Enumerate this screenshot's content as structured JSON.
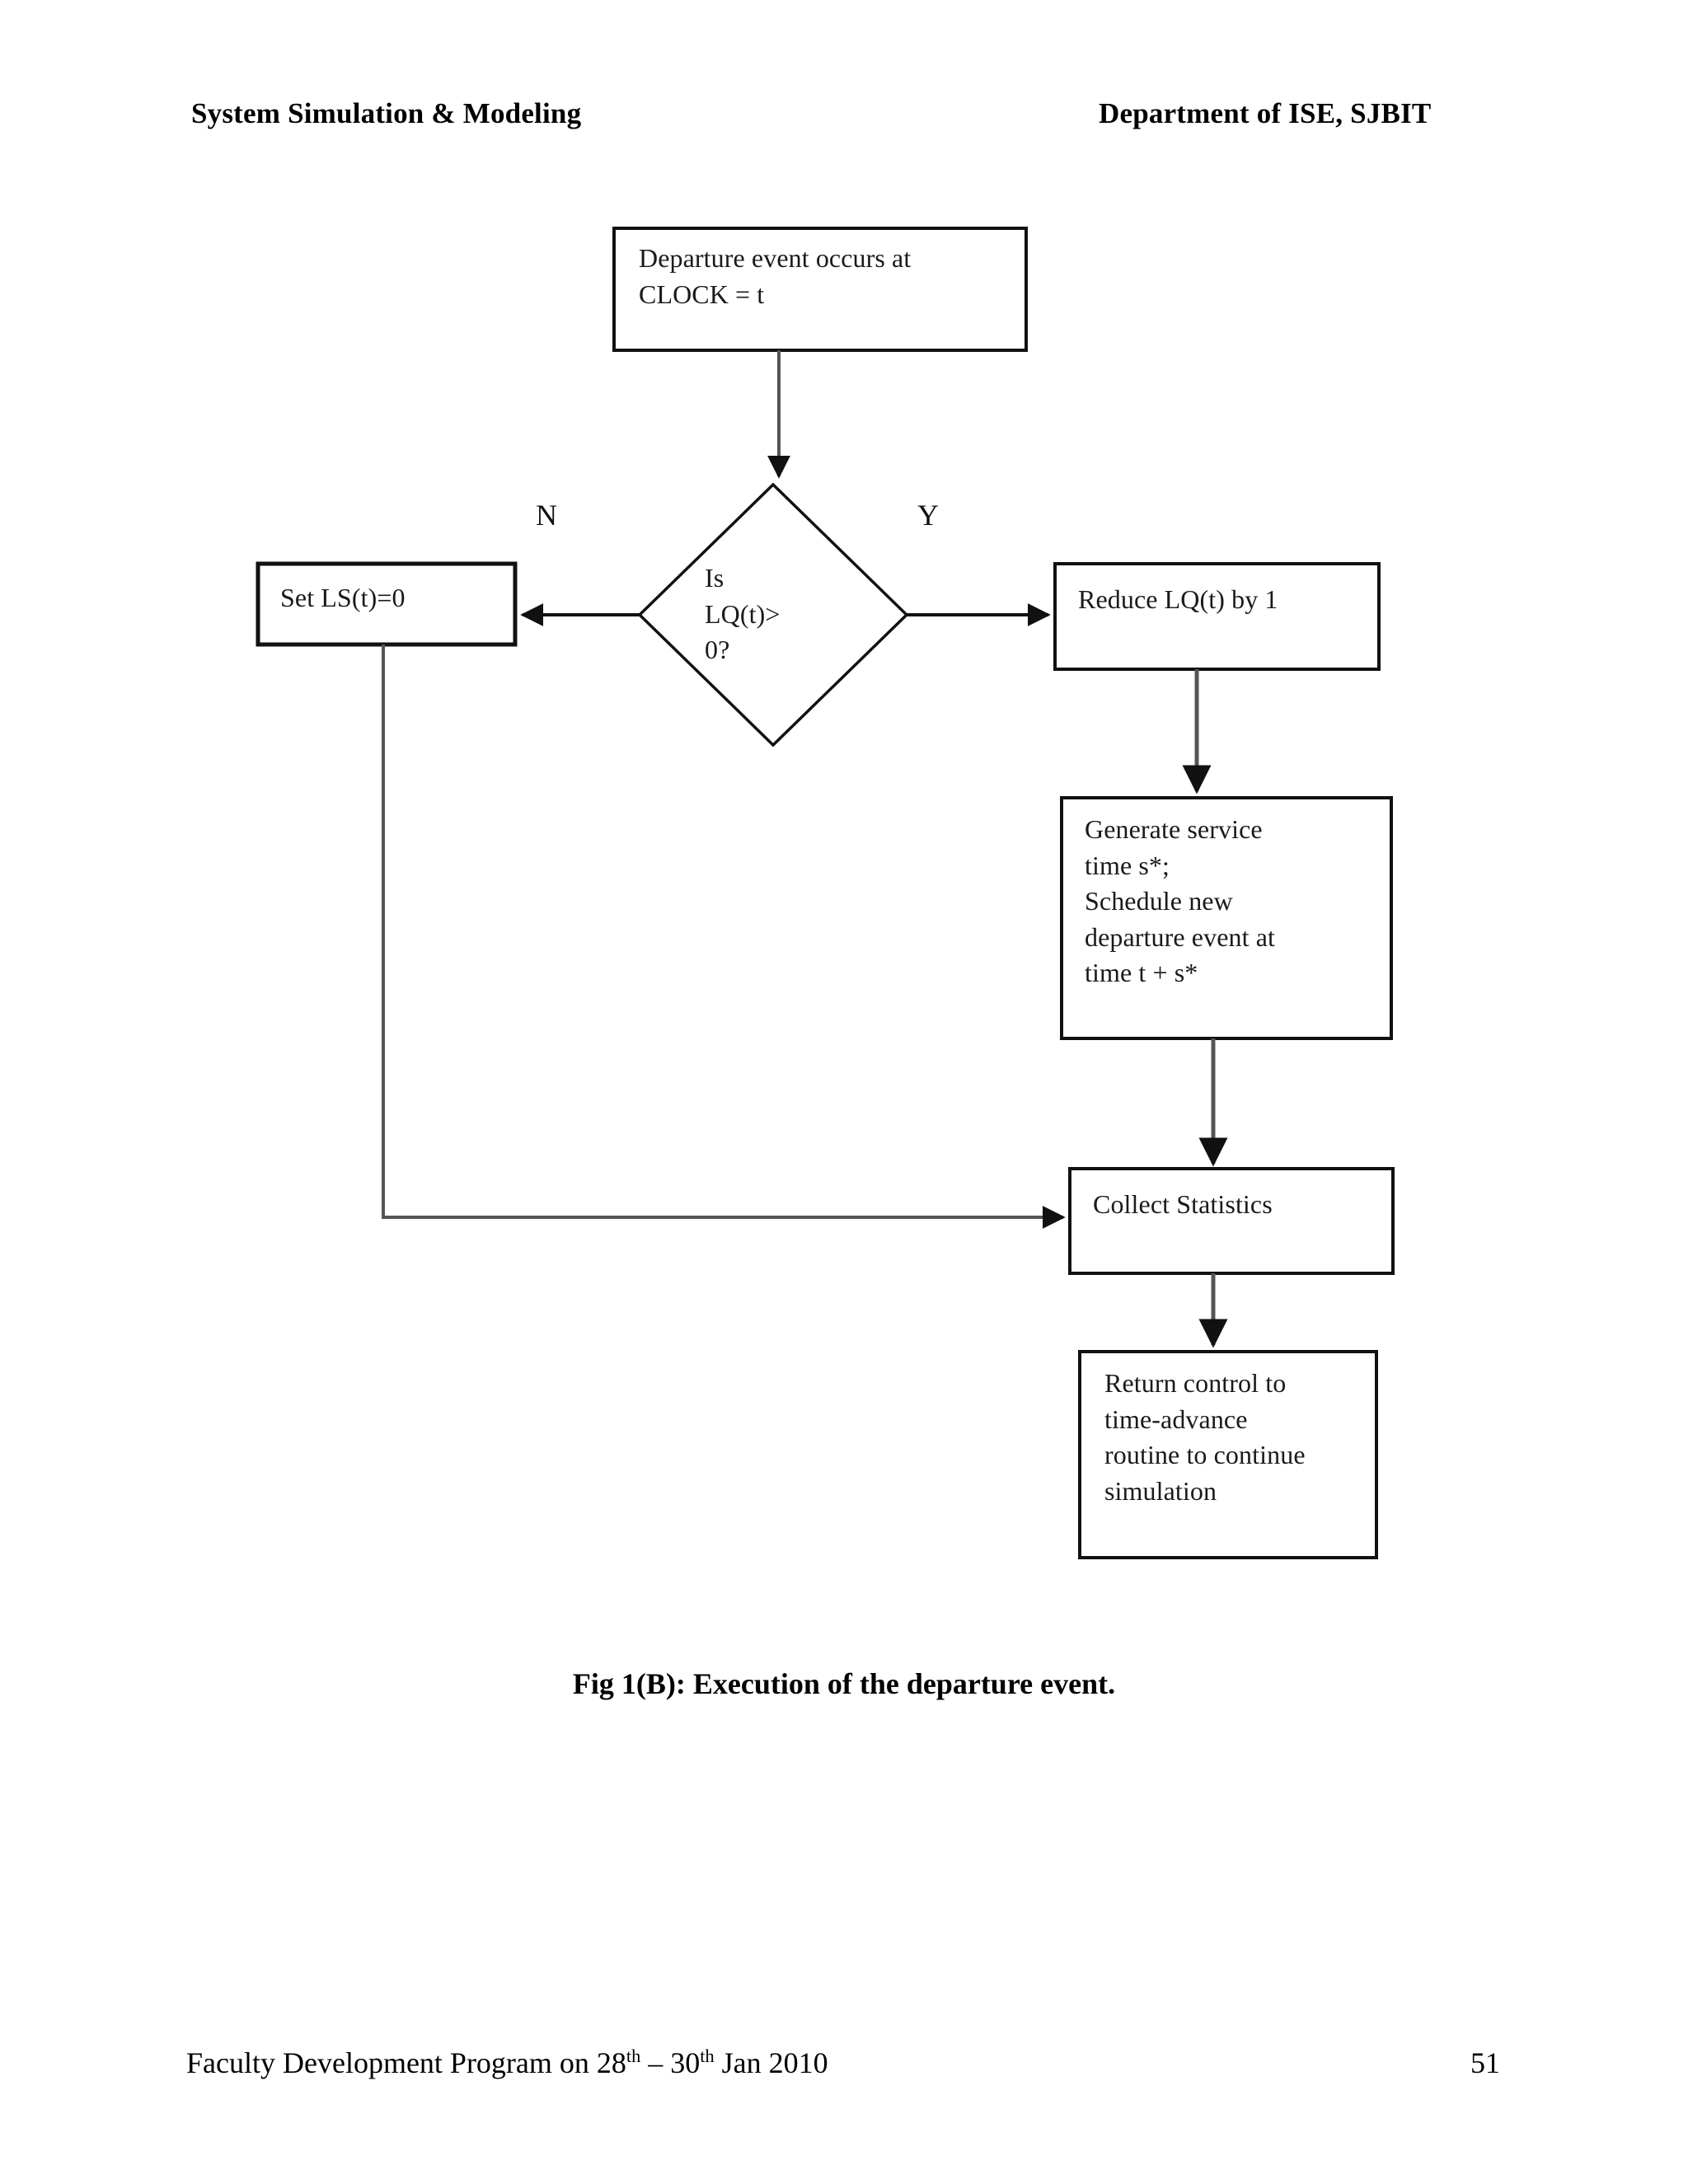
{
  "header": {
    "left": "System Simulation & Modeling",
    "right": "Department of ISE, SJBIT"
  },
  "flowchart": {
    "title": "Execution of the departure event",
    "nodes": {
      "start": {
        "shape": "rectangle",
        "text": "Departure event occurs at\nCLOCK = t"
      },
      "decision": {
        "shape": "diamond",
        "text": "Is\nLQ(t)>\n0?"
      },
      "set_ls": {
        "shape": "rectangle",
        "text": "Set LS(t)=0"
      },
      "reduce_lq": {
        "shape": "rectangle",
        "text": "Reduce LQ(t) by 1"
      },
      "generate_service": {
        "shape": "rectangle",
        "text": "Generate service\ntime s*;\nSchedule new\ndeparture event at\ntime t + s*"
      },
      "collect_stats": {
        "shape": "rectangle",
        "text": "Collect Statistics"
      },
      "return_control": {
        "shape": "rectangle",
        "text": "Return control to\ntime-advance\nroutine to continue\nsimulation"
      }
    },
    "branch_labels": {
      "no": "N",
      "yes": "Y"
    },
    "edges": [
      {
        "from": "start",
        "to": "decision",
        "label": ""
      },
      {
        "from": "decision",
        "to": "set_ls",
        "label": "N"
      },
      {
        "from": "decision",
        "to": "reduce_lq",
        "label": "Y"
      },
      {
        "from": "reduce_lq",
        "to": "generate_service",
        "label": ""
      },
      {
        "from": "generate_service",
        "to": "collect_stats",
        "label": ""
      },
      {
        "from": "set_ls",
        "to": "collect_stats",
        "label": ""
      },
      {
        "from": "collect_stats",
        "to": "return_control",
        "label": ""
      }
    ]
  },
  "caption": "Fig 1(B): Execution of the departure event.",
  "footer": {
    "text_prefix": "Faculty Development Program on 28",
    "sup1": "th",
    "text_mid": " – 30",
    "sup2": "th",
    "text_suffix": " Jan 2010",
    "page_number": "51"
  },
  "colors": {
    "ink": "#000000",
    "paper": "#ffffff",
    "connector": "#555555"
  }
}
